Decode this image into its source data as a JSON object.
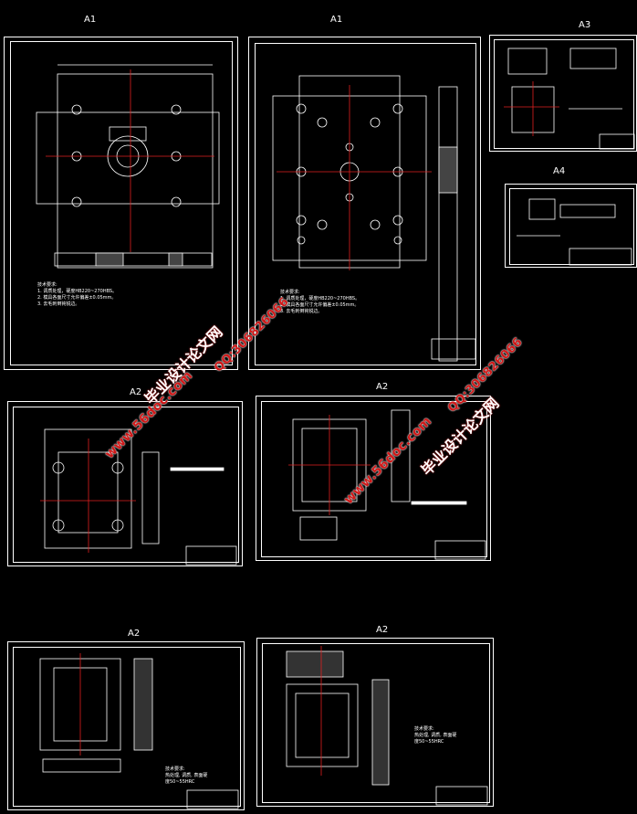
{
  "sheets": [
    {
      "size": "A1",
      "tech": "技术要求:\n1. 调质处理，硬度HB220~270HBS。\n2. 模具各面尺寸允许偏差±0.05mm。\n3. 去毛刺倒钝锐边。"
    },
    {
      "size": "A1",
      "tech": "技术要求:\n1. 调质处理，硬度HB220~270HBS。\n2. 模具各面尺寸允许偏差±0.05mm。\n3. 去毛刺倒钝锐边。"
    },
    {
      "size": "A3"
    },
    {
      "size": "A4"
    },
    {
      "size": "A2"
    },
    {
      "size": "A2"
    },
    {
      "size": "A2",
      "tech": "技术要求:\n热处理, 调质, 表面硬\n度50~55HRC"
    },
    {
      "size": "A2",
      "tech": "技术要求:\n热处理, 调质, 表面硬\n度50~55HRC"
    }
  ],
  "watermarks": {
    "site_url": "www.56doc.com",
    "qq": "QQ:306826066",
    "brand": "毕业设计论文网"
  },
  "colors": {
    "background": "#000000",
    "line": "#ffffff",
    "centerline": "#e02020",
    "watermark": "#d01818"
  }
}
